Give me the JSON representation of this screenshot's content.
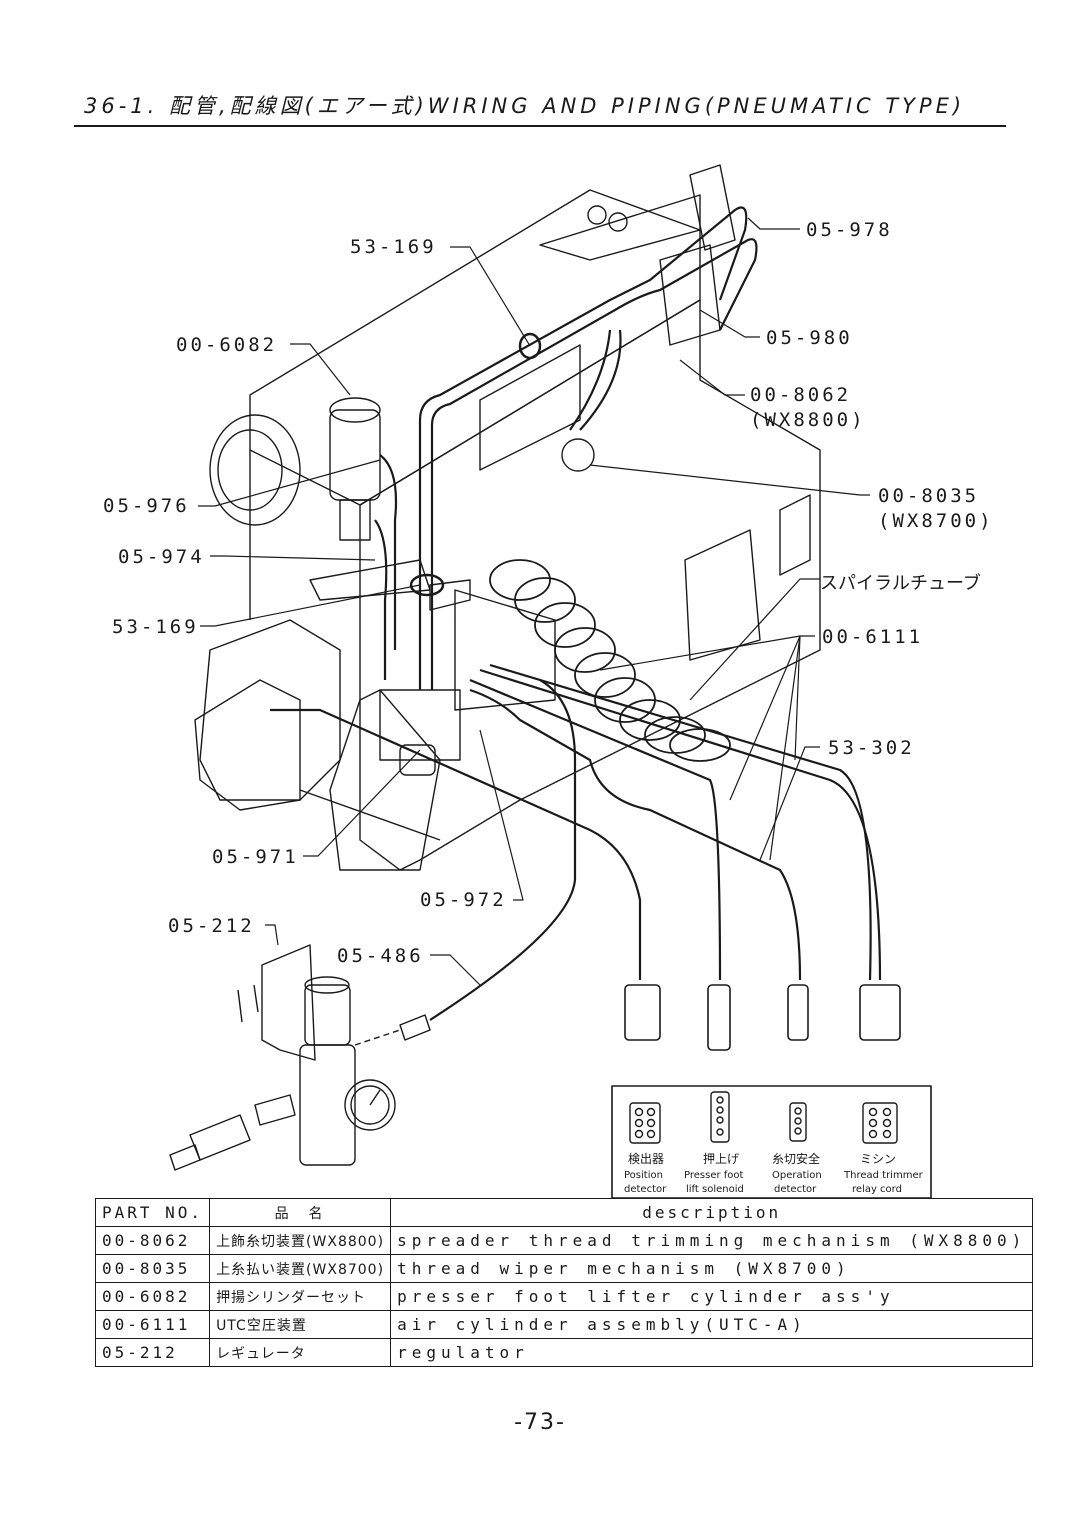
{
  "title": "36-1. 配管,配線図(エアー式)WIRING AND PIPING(PNEUMATIC TYPE)",
  "callouts": {
    "c05978": "05-978",
    "c53169_top": "53-169",
    "c006082": "00-6082",
    "c05980": "05-980",
    "c008062": "00-8062",
    "c008062_model": "(WX8800)",
    "c05976": "05-976",
    "c008035": "00-8035",
    "c008035_model": "(WX8700)",
    "c05974": "05-974",
    "c_spiral": "スパイラルチューブ",
    "c53169_left": "53-169",
    "c006111": "00-6111",
    "c53302": "53-302",
    "c05971": "05-971",
    "c05972": "05-972",
    "c05212": "05-212",
    "c05486": "05-486"
  },
  "connectors": [
    {
      "jp": "検出器",
      "en1": "Position",
      "en2": "detector"
    },
    {
      "jp": "押上げ",
      "en1": "Presser foot",
      "en2": "lift solenoid"
    },
    {
      "jp": "糸切安全",
      "en1": "Operation",
      "en2": "detector"
    },
    {
      "jp": "ミシン",
      "en1": "Thread trimmer",
      "en2": "relay cord"
    }
  ],
  "table": {
    "headers": {
      "part_no": "PART NO.",
      "name": "品　名",
      "description": "description"
    },
    "rows": [
      {
        "part_no": "00-8062",
        "name": "上飾糸切装置(WX8800)",
        "description": "spreader thread trimming mechanism (WX8800)"
      },
      {
        "part_no": "00-8035",
        "name": "上糸払い装置(WX8700)",
        "description": "thread wiper mechanism (WX8700)"
      },
      {
        "part_no": "00-6082",
        "name": "押揚シリンダーセット",
        "description": "presser foot lifter cylinder ass'y"
      },
      {
        "part_no": "00-6111",
        "name": "UTC空圧装置",
        "description": "air cylinder assembly(UTC-A)"
      },
      {
        "part_no": "05-212",
        "name": "レギュレータ",
        "description": "regulator"
      }
    ]
  },
  "page_number": "-73-"
}
